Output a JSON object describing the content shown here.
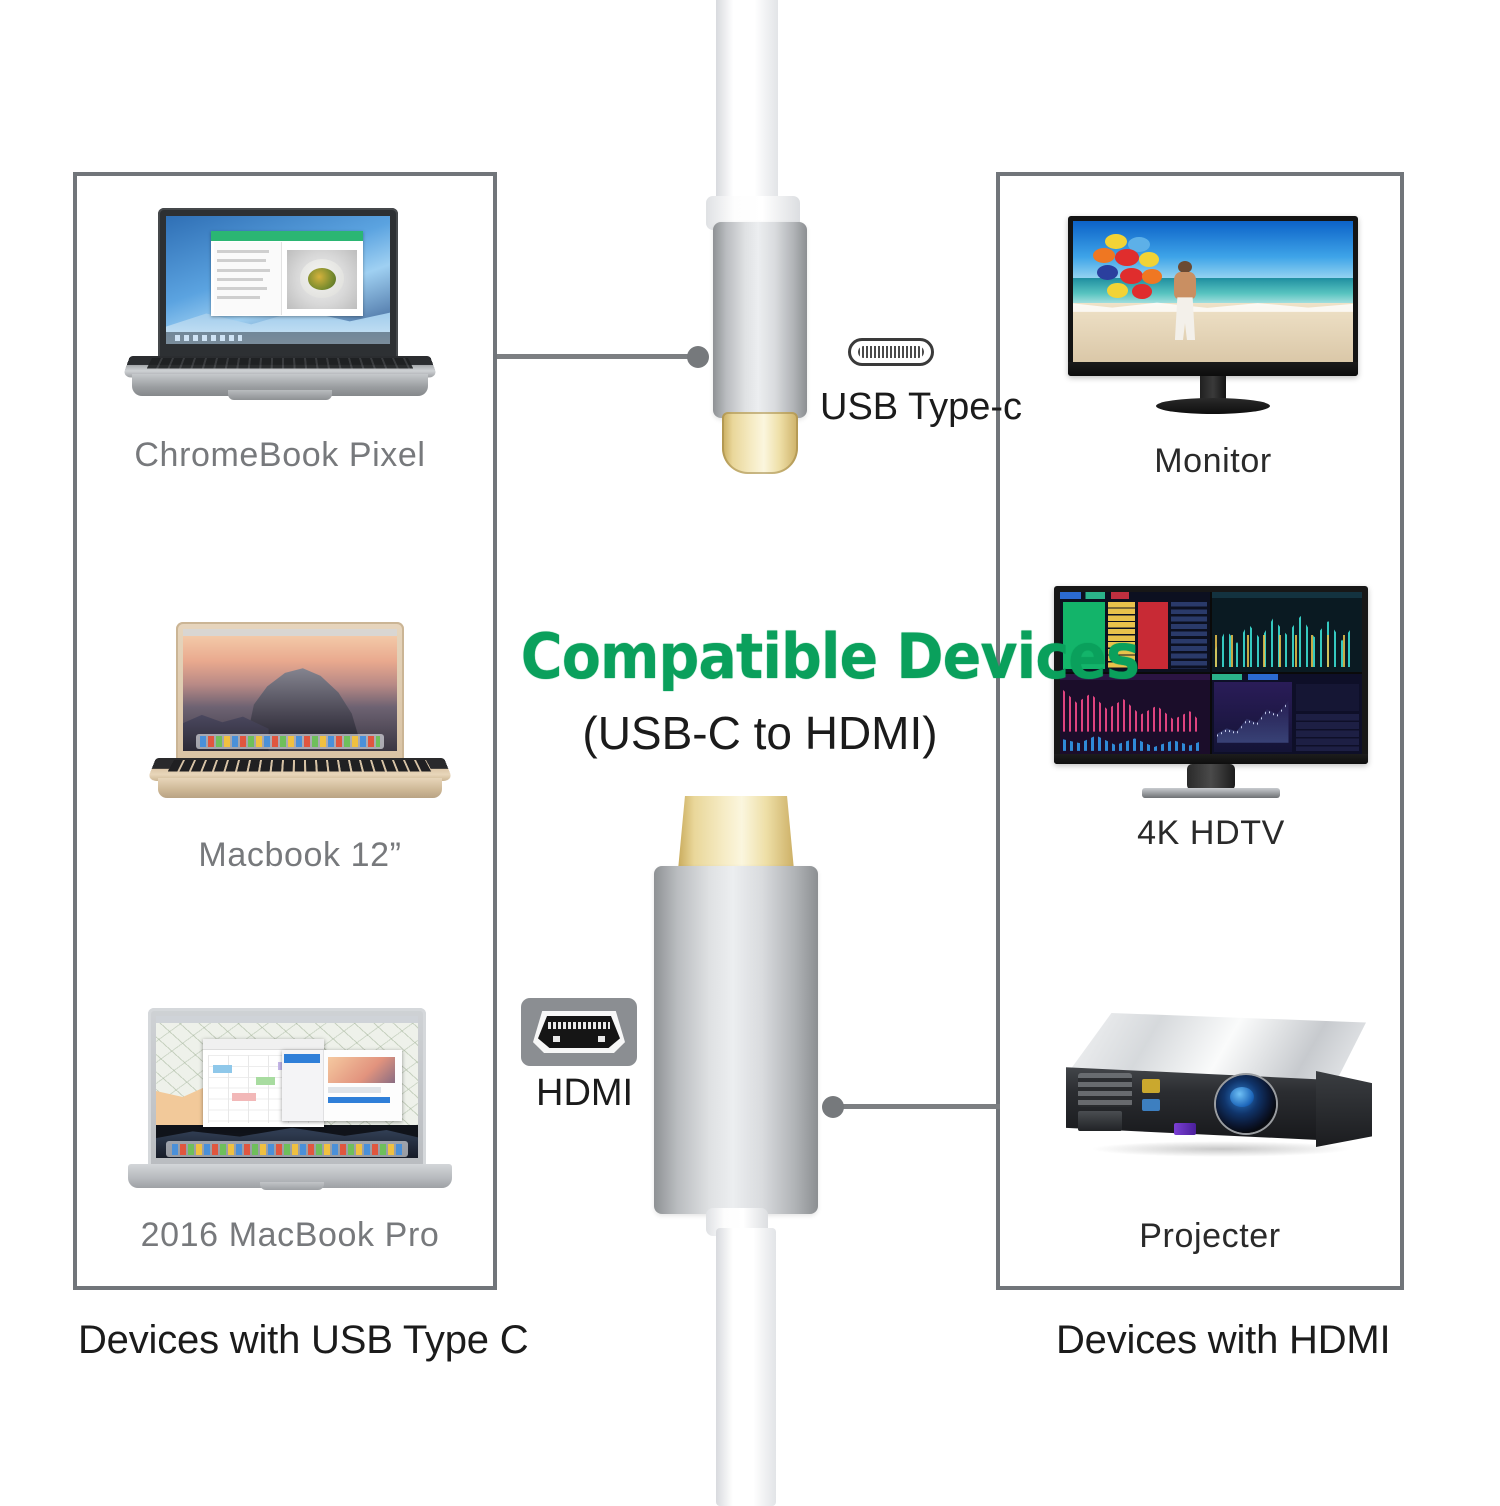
{
  "diagram": {
    "title": "Compatible Devices",
    "subtitle": "(USB-C to HDMI)",
    "title_color": "#0aa05c",
    "border_color": "#71757a",
    "connector_line_color": "#7c7f82"
  },
  "left_panel": {
    "caption": "Devices with USB Type C",
    "devices": [
      {
        "label": "ChromeBook Pixel",
        "art": "chromebook-pixel"
      },
      {
        "label": "Macbook 12”",
        "art": "macbook-12"
      },
      {
        "label": "2016 MacBook Pro",
        "art": "macbook-pro-2016"
      }
    ]
  },
  "right_panel": {
    "caption": "Devices with HDMI",
    "devices": [
      {
        "label": "Monitor",
        "art": "monitor-beach-balloons"
      },
      {
        "label": "4K HDTV",
        "art": "hdtv-trading-dashboard"
      },
      {
        "label": "Projecter",
        "art": "projector"
      }
    ]
  },
  "ports": {
    "usb_c": {
      "label": "USB Type-c",
      "icon": "usb-c-port-icon"
    },
    "hdmi": {
      "label": "HDMI",
      "icon": "hdmi-port-icon"
    }
  },
  "cable": {
    "usb_c_connector": {
      "name": "usb-c-connector",
      "shell_color": "#cfd2d5",
      "tip_color": "#f2e5b0"
    },
    "hdmi_connector": {
      "name": "hdmi-connector",
      "shell_color": "#cfd2d5",
      "tip_color": "#f2e5b0"
    }
  }
}
